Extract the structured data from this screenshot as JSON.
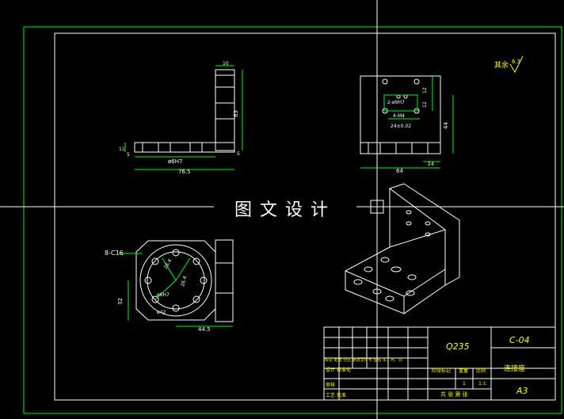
{
  "watermark": "图文设计",
  "roughness_note": {
    "label": "其余",
    "value": "6.3"
  },
  "side_view": {
    "dims": [
      "10",
      "63",
      "11",
      "5",
      "ø6H7",
      "76.5",
      "5"
    ]
  },
  "front_view": {
    "dims": [
      "2-ø9H7",
      "4-M4",
      "24±0.02",
      "12",
      "12",
      "44",
      "64",
      "24"
    ]
  },
  "top_view": {
    "dims": [
      "8-C16",
      "32",
      "44.5",
      "ø6H7",
      "ø42",
      "26.4",
      "26.4"
    ]
  },
  "title_block": {
    "material": "Q235",
    "drawing_no": "C-04",
    "part_name": "连接座",
    "sheet_size": "A3",
    "scale": "1:1",
    "weight": "1",
    "sheets_label": "共 张 第 张",
    "headers": [
      "阶段标记",
      "重量",
      "比例"
    ],
    "rows": [
      "标记 处数 分区 更改文件号 签名 年、月、日",
      "设计 标准化",
      "审核",
      "工艺 批准"
    ]
  },
  "colors": {
    "line": "#ffffff",
    "dimension": "#00ff00",
    "frame": "#00ff00",
    "accent": "#ffff00"
  }
}
